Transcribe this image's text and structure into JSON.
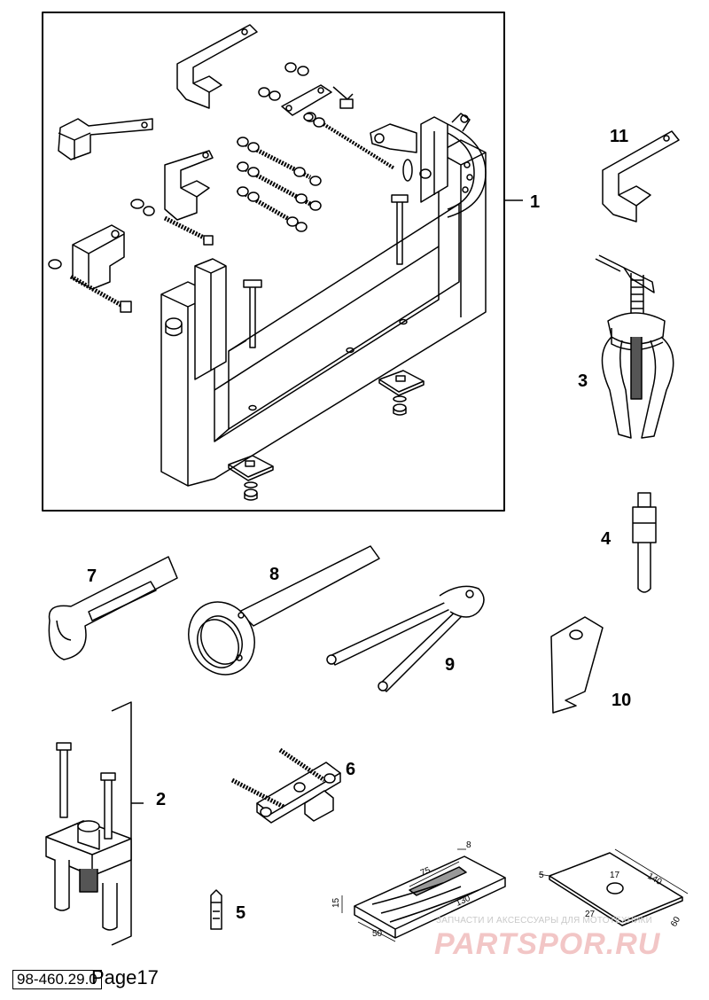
{
  "callouts": {
    "n1": "1",
    "n2": "2",
    "n3": "3",
    "n4": "4",
    "n5": "5",
    "n6": "6",
    "n7": "7",
    "n8": "8",
    "n9": "9",
    "n10": "10",
    "n11": "11"
  },
  "dimensions": {
    "block": {
      "d8": "8",
      "d75": "75",
      "d15": "15",
      "d130": "130",
      "d50": "50"
    },
    "plate": {
      "d5": "5",
      "d140": "140",
      "d17": "17",
      "d27": "27",
      "d60": "60"
    }
  },
  "footer": {
    "code": "98-460.29.0",
    "page": "Page17"
  },
  "watermark": {
    "line": "ЗАПЧАСТИ И АКСЕССУАРЫ ДЛЯ МОТОТЕХНИКИ",
    "logo": "PARTSPOR.RU"
  }
}
